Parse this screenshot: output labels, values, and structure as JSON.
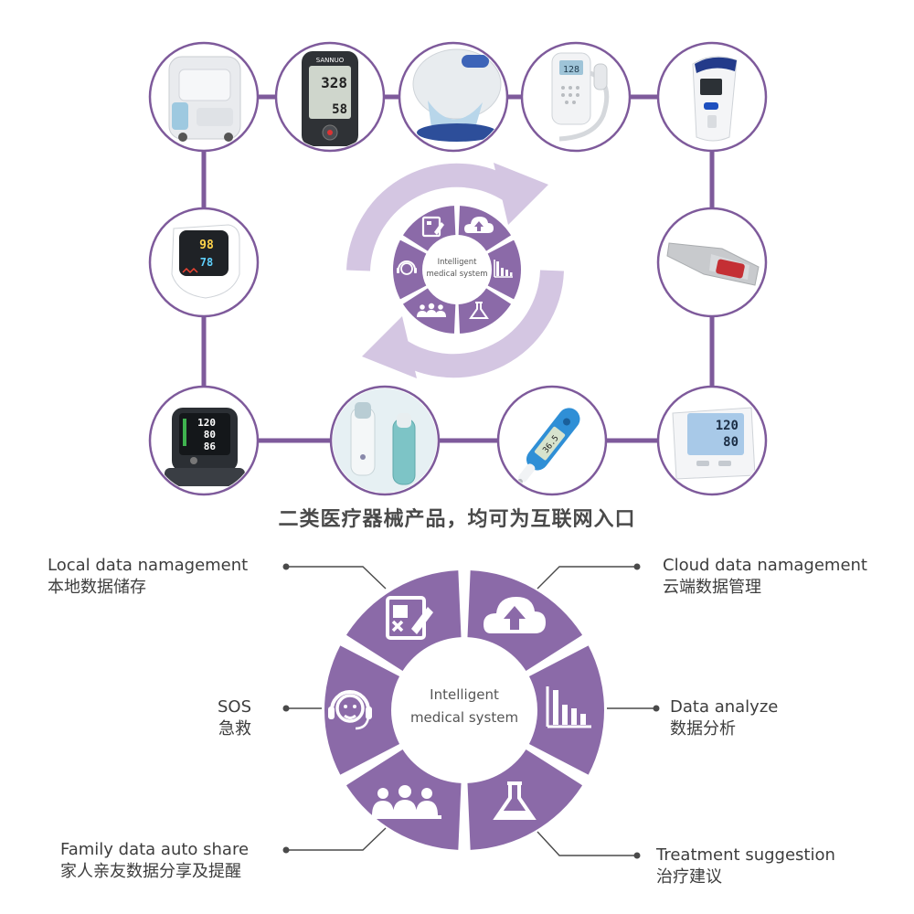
{
  "tagline": "二类医疗器械产品，均可为互联网入口",
  "hub_small": {
    "line1": "Intelligent",
    "line2": "medical system"
  },
  "hub_large": {
    "line1": "Intelligent",
    "line2": "medical system"
  },
  "devices": {
    "glucose_meter_brand": "SANNUO",
    "glucose_reading_1": "328",
    "glucose_reading_2": "58",
    "fetal_doppler_reading": "128",
    "oximeter_reading_1": "98",
    "oximeter_reading_2": "78",
    "wrist_bp_reading_1": "120",
    "wrist_bp_reading_2": "80",
    "wrist_bp_reading_3": "86",
    "thermometer_reading": "36.5",
    "arm_bp_reading_1": "120",
    "arm_bp_reading_2": "80"
  },
  "features": {
    "local": {
      "en": "Local data namagement",
      "zh": "本地数据储存"
    },
    "cloud": {
      "en": "Cloud data namagement",
      "zh": "云端数据管理"
    },
    "sos": {
      "en": "SOS",
      "zh": "急救"
    },
    "analyze": {
      "en": "Data analyze",
      "zh": "数据分析"
    },
    "family": {
      "en": "Family data auto share",
      "zh": "家人亲友数据分享及提醒"
    },
    "treatment": {
      "en": "Treatment suggestion",
      "zh": "治疗建议"
    }
  },
  "colors": {
    "purple": "#8b6aa8",
    "purple_light": "#d4c6e2",
    "line": "#7e5a9b"
  }
}
